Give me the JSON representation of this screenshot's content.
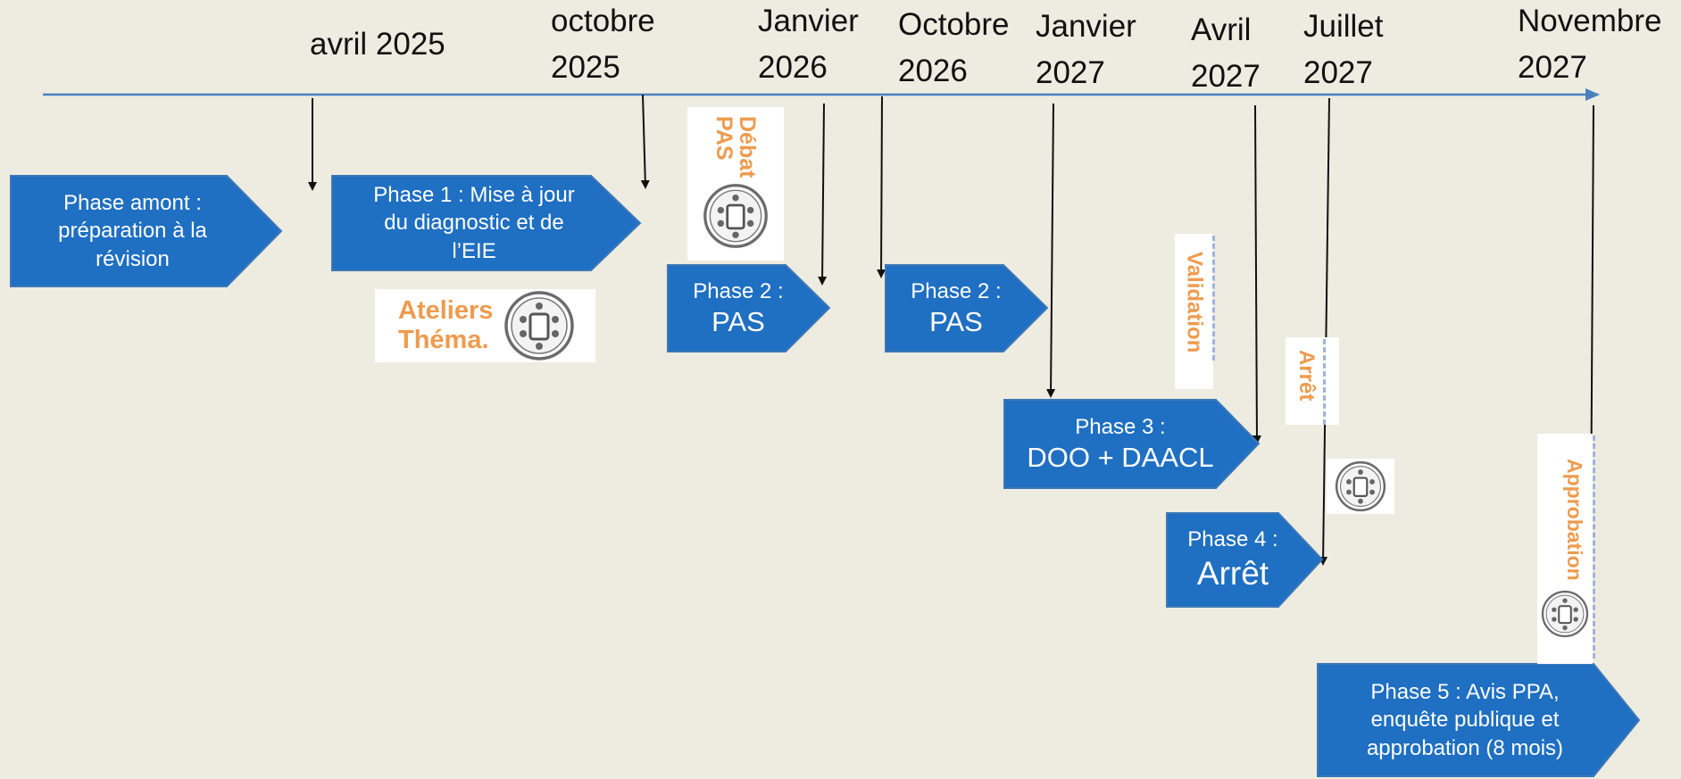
{
  "dates": [
    {
      "id": "avr2025",
      "text": "avril 2025"
    },
    {
      "id": "oct2025",
      "text": "octobre\n2025"
    },
    {
      "id": "jan2026",
      "text": "Janvier\n2026"
    },
    {
      "id": "oct2026",
      "text": "Octobre\n2026"
    },
    {
      "id": "jan2027",
      "text": "Janvier\n2027"
    },
    {
      "id": "avr2027",
      "text": "Avril\n2027"
    },
    {
      "id": "jul2027",
      "text": "Juillet\n2027"
    },
    {
      "id": "nov2027",
      "text": "Novembre\n2027"
    }
  ],
  "phases": {
    "amont": {
      "line1": "Phase amont :",
      "line2": "préparation à la",
      "line3": "révision"
    },
    "p1": {
      "line1": "Phase 1 : Mise à jour",
      "line2": "du diagnostic et de",
      "line3": "l’EIE"
    },
    "p2a": {
      "line1": "Phase 2 :",
      "line2": "PAS"
    },
    "p2b": {
      "line1": "Phase 2 :",
      "line2": "PAS"
    },
    "p3": {
      "line1": "Phase 3 :",
      "line2": "DOO + DAACL"
    },
    "p4": {
      "line1": "Phase 4 :",
      "line2": "Arrêt"
    },
    "p5": {
      "line1": "Phase 5 : Avis PPA,",
      "line2": "enquête publique et",
      "line3": "approbation (8 mois)"
    }
  },
  "badges": {
    "ateliers": "Ateliers\nThéma.",
    "debat": "Débat\nPAS",
    "validation": "Validation",
    "arret": "Arrêt",
    "approbation": "Approbation"
  },
  "colors": {
    "phase_fill": "#1f6fc2",
    "phase_stroke": "#3d78b6",
    "timeline": "#4b7fc0",
    "badge_text": "#ee9b4e",
    "background": "#eeebe0"
  },
  "icons": {
    "meeting": "meeting-table-icon",
    "timeline_arrow": "arrow-right-icon"
  }
}
